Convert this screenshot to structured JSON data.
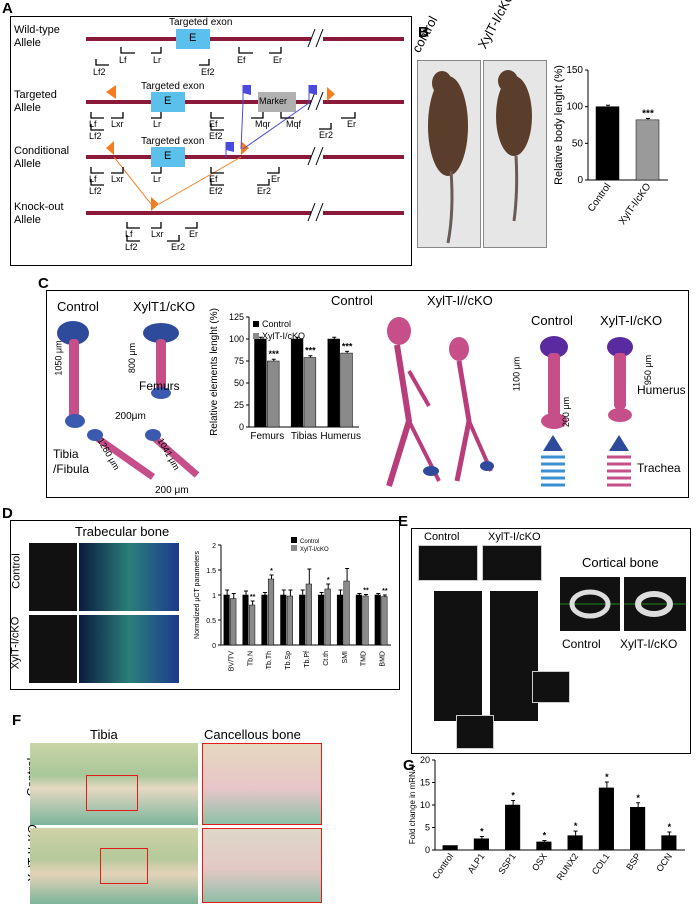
{
  "panels": {
    "A": "A",
    "B": "B",
    "C": "C",
    "D": "D",
    "E": "E",
    "F": "F",
    "G": "G"
  },
  "panelA": {
    "rows": [
      {
        "label1": "Wild-type",
        "label2": "Allele"
      },
      {
        "label1": "Targeted",
        "label2": "Allele"
      },
      {
        "label1": "Conditional",
        "label2": "Allele"
      },
      {
        "label1": "Knock-out",
        "label2": "Allele"
      }
    ],
    "exon_label": "E",
    "targeted_exon": "Targeted exon",
    "marker": "Marker",
    "primers": {
      "lf": "Lf",
      "lf2": "Lf2",
      "lr": "Lr",
      "lxr": "Lxr",
      "ef": "Ef",
      "ef2": "Ef2",
      "er": "Er",
      "er2": "Er2",
      "mqr": "Mqr",
      "mqf": "Mqf"
    },
    "colors": {
      "allele_line": "#8b1a3a",
      "exon": "#5bc0eb",
      "marker": "#b0b0b0",
      "loxp": "#f57c20",
      "frt": "#4a4adf"
    }
  },
  "panelB": {
    "label_control": "control",
    "label_cko": "XylT-I/cKO",
    "chart_data": {
      "type": "bar",
      "categories": [
        "Control",
        "XylT-I/cKO"
      ],
      "values": [
        100,
        82
      ],
      "errors": [
        2,
        2
      ],
      "ylabel": "Relative body  lenght (%)",
      "yticks": [
        0,
        50,
        100,
        150
      ],
      "ylim": [
        0,
        150
      ],
      "significance": [
        "",
        "***"
      ],
      "colors": [
        "#000000",
        "#9a9a9a"
      ]
    }
  },
  "panelC": {
    "control": "Control",
    "cko1": "XylT1/cKO",
    "femurs": "Femurs",
    "dim_1050": "1050 μm",
    "dim_800": "800 μm",
    "scale_200": "200μm",
    "tibia": "Tibia",
    "fibula": "/Fibula",
    "dim_1280": "1280 μm",
    "dim_1041": "1041 μm",
    "scale_200b": "200 μm",
    "skeleton_control": "Control",
    "skeleton_cko": "XylT-I//cKO",
    "control2": "Control",
    "cko2": "XylT-I/cKO",
    "dim_1100": "1100 μm",
    "dim_200": "200 μm",
    "dim_950": "950 μm",
    "humerus": "Humerus",
    "trachea": "Trachea",
    "chart_data": {
      "type": "bar",
      "categories": [
        "Femurs",
        "Tibias",
        "Humerus"
      ],
      "series": [
        {
          "name": "Control",
          "values": [
            100,
            100,
            100
          ],
          "errors": [
            2,
            2,
            2
          ]
        },
        {
          "name": "XylT-I/cKO",
          "values": [
            75,
            79,
            84
          ],
          "errors": [
            2,
            2,
            2
          ]
        }
      ],
      "ylabel": "Relative elements lenght (%)",
      "yticks": [
        0,
        25,
        50,
        75,
        100,
        125
      ],
      "ylim": [
        0,
        125
      ],
      "significance": [
        "***",
        "***",
        "***"
      ],
      "colors": [
        "#000000",
        "#8a8a8a"
      ],
      "legend": "top-left"
    }
  },
  "panelD": {
    "title": "Trabecular bone",
    "row_control": "Control",
    "row_cko": "XylT-I/cKO",
    "chart_data": {
      "type": "bar",
      "categories": [
        "BV/TV",
        "Tb.N",
        "Tb.Th",
        "Tb.Sp",
        "Tb.Pf",
        "Ct.th",
        "SMI",
        "TMD",
        "BMD"
      ],
      "series": [
        {
          "name": "Control",
          "values": [
            1,
            1,
            1,
            1,
            1,
            1,
            1,
            1,
            1
          ],
          "errors": [
            0.1,
            0.08,
            0.05,
            0.1,
            0.1,
            0.05,
            0.1,
            0.03,
            0.03
          ]
        },
        {
          "name": "XylT-I/cKO",
          "values": [
            0.93,
            0.8,
            1.32,
            0.98,
            1.22,
            1.12,
            1.28,
            0.98,
            0.97
          ],
          "errors": [
            0.1,
            0.08,
            0.08,
            0.12,
            0.3,
            0.1,
            0.25,
            0.03,
            0.03
          ]
        }
      ],
      "ylabel": "Normalized μCT parameters",
      "yticks": [
        0,
        0.5,
        1,
        1.5,
        2
      ],
      "ylim": [
        0,
        2
      ],
      "significance": [
        "",
        "**",
        "*",
        "",
        "",
        "*",
        "",
        "**",
        "**"
      ],
      "colors": [
        "#000000",
        "#8a8a8a"
      ],
      "legend": "top"
    }
  },
  "panelE": {
    "control": "Control",
    "cko": "XylT-I/cKO",
    "cortical": "Cortical bone",
    "bottom_control": "Control",
    "bottom_cko": "XylT-I/cKO"
  },
  "panelF": {
    "tibia": "Tibia",
    "cancellous": "Cancellous bone",
    "row_control": "Control",
    "row_cko": "XylT-I/cKO"
  },
  "panelG": {
    "chart_data": {
      "type": "bar",
      "categories": [
        "Control",
        "ALP1",
        "SSP1",
        "OSX",
        "RUNX2",
        "COL1",
        "BSP",
        "OCN"
      ],
      "values": [
        1,
        2.5,
        10,
        1.8,
        3.2,
        13.8,
        9.5,
        3.2
      ],
      "errors": [
        0,
        0.5,
        1,
        0.3,
        1,
        1.3,
        1,
        0.8
      ],
      "ylabel": "Fold change in mRNA",
      "yticks": [
        0,
        5,
        10,
        15,
        20
      ],
      "ylim": [
        0,
        20
      ],
      "significance": [
        "",
        "*",
        "*",
        "*",
        "*",
        "*",
        "*",
        "*"
      ],
      "colors": [
        "#000000"
      ]
    }
  }
}
